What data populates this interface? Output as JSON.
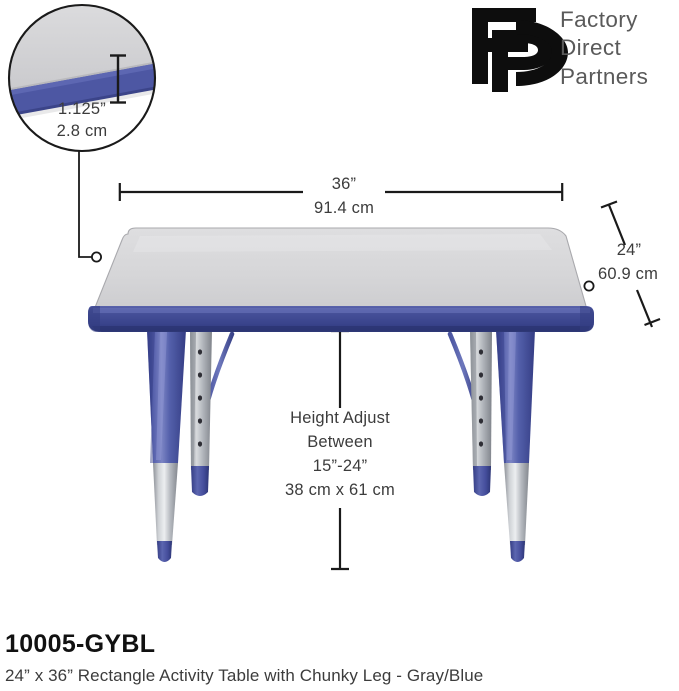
{
  "brand": {
    "monogram": "FP",
    "line1": "Factory",
    "line2": "Direct",
    "line3": "Partners"
  },
  "callout": {
    "name": "edge-thickness-detail",
    "inches": "1.125”",
    "metric": "2.8 cm"
  },
  "dimensions": {
    "width": {
      "inches": "36”",
      "metric": "91.4 cm"
    },
    "depth": {
      "inches": "24”",
      "metric": "60.9 cm"
    },
    "height": {
      "line1": "Height Adjust",
      "line2": "Between",
      "line3": "15”-24”",
      "line4": "38 cm x 61 cm"
    }
  },
  "product": {
    "sku": "10005-GYBL",
    "description": "24” x 36” Rectangle Activity Table with Chunky Leg - Gray/Blue"
  },
  "colors": {
    "top_gray": "#d6d6d8",
    "edge_blue": "#3f4b96",
    "leg_blue": "#4a539f",
    "chrome": "#b9bcc2",
    "line_black": "#1a1a1a",
    "text_gray": "#3c3c3c"
  }
}
